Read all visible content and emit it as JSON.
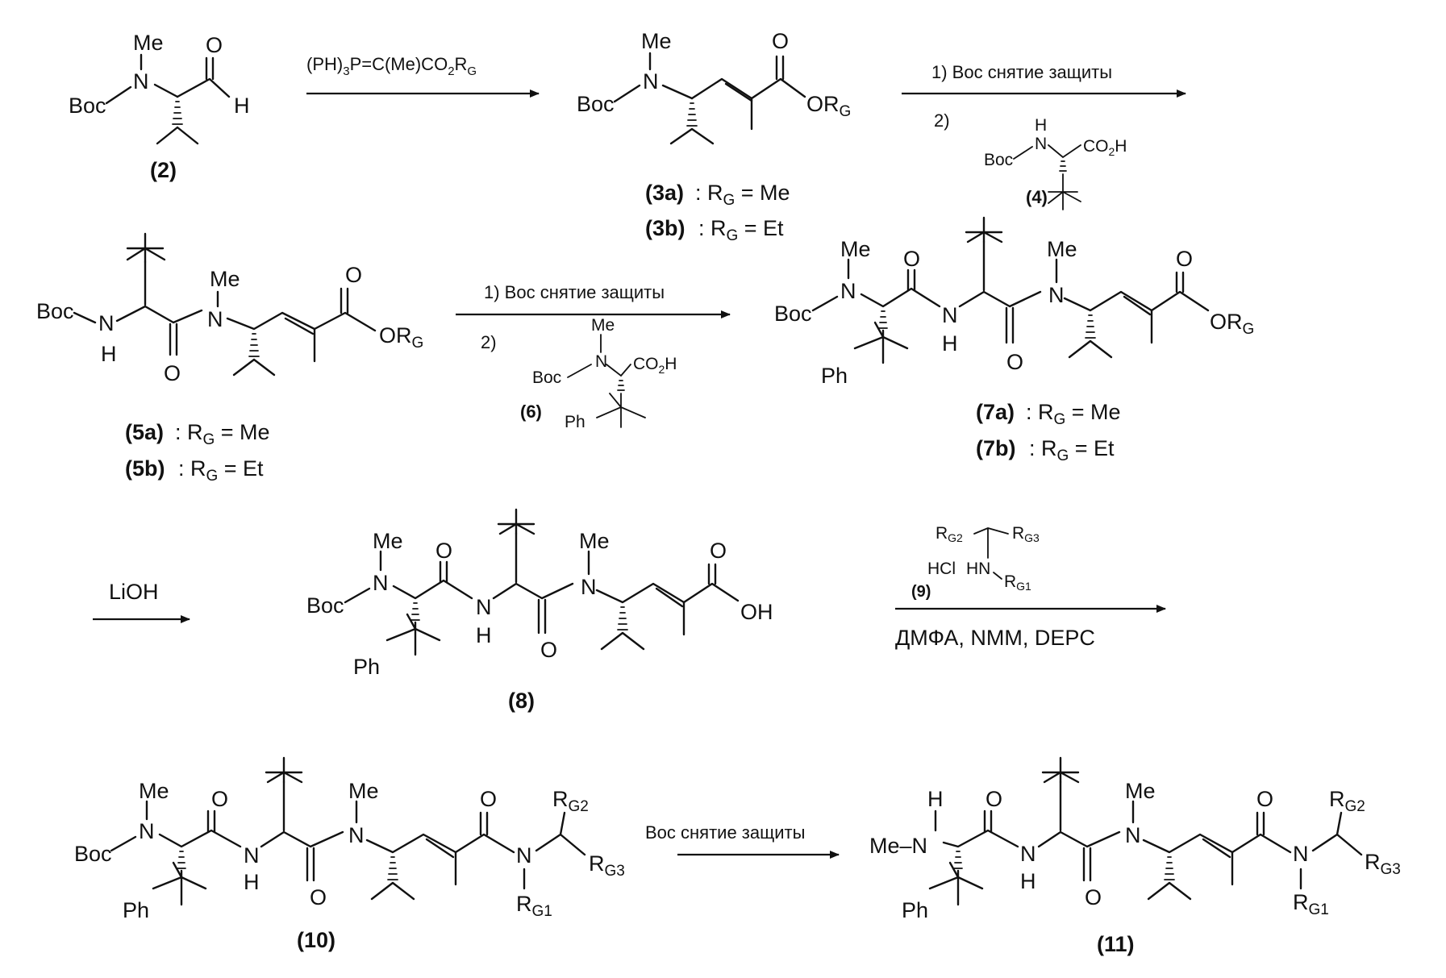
{
  "atoms": {
    "me": "Me",
    "boc": "Boc",
    "n": "N",
    "o": "O",
    "h": "H",
    "ph": "Ph",
    "orG": "OR",
    "oh": "OH",
    "co2h": "CO",
    "sub2": "2",
    "subH": "H",
    "subG": "G",
    "rG2": "R",
    "sG2": "G2",
    "sG3": "G3",
    "sG1": "G1",
    "meN": "Me–N"
  },
  "compounds": {
    "c2": "(2)",
    "c3a": "(3a)",
    "c3b": "(3b)",
    "c4": "(4)",
    "c5a": "(5a)",
    "c5b": "(5b)",
    "c6": "(6)",
    "c7a": "(7a)",
    "c7b": "(7b)",
    "c8": "(8)",
    "c9": "(9)",
    "c10": "(10)",
    "c11": "(11)"
  },
  "definitions": {
    "colon": ":",
    "eqMe": " = Me",
    "eqEt": " = Et",
    "r": "R",
    "g": "G"
  },
  "reagents": {
    "wittig_a": "(PH)",
    "wittig_b": "3",
    "wittig_c": "P=C(Me)CO",
    "wittig_d": "2",
    "wittig_e": "R",
    "wittig_f": "G",
    "step1_deprotect": "1) Boc снятие защиты",
    "step2": "2)",
    "lioh": "LiOH",
    "hcl": "HCl",
    "hn": "HN",
    "coupling": "ДМФА, NMM, DEPC",
    "final_deprotect": "Boc снятие защиты"
  }
}
